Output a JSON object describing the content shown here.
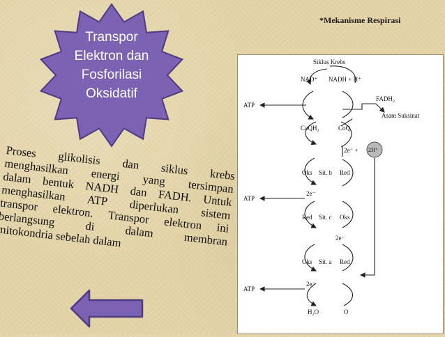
{
  "slide": {
    "header_note": "*Mekanisme Respirasi",
    "title_lines": [
      "Transpor",
      "Elektron dan",
      "Fosforilasi",
      "Oksidatif"
    ],
    "body_lines": [
      "Proses glikolisis dan siklus krebs",
      "menghasilkan energi yang tersimpan",
      "dalam bentuk NADH dan FADH. Untuk",
      "menghasilkan ATP diperlukan sistem",
      "transpor elektron. Transpor elektron ini",
      "berlangsung di dalam membran",
      "mitokondria sebelah dalam"
    ],
    "colors": {
      "star_fill": "#7b62b3",
      "star_stroke": "#4d3a80",
      "arrow_fill": "#7b62b3",
      "arrow_stroke": "#4d3a80"
    },
    "back_arrow_icon": "left-arrow-icon"
  },
  "diagram": {
    "krebs": "Siklus Krebs",
    "nad": "NAD⁺",
    "nadh": "NADH + H⁺",
    "fadh": "FADH₂",
    "asam": "Asam Suksinat",
    "coqh": "CoQH₂",
    "coq": "CoQ",
    "e2h": "2e⁻ + ",
    "h_circle": "2H⁺",
    "oks": "Oks",
    "red": "Red",
    "sitb": "Sit. b",
    "sitc": "Sit. c",
    "sita": "Sit. a",
    "two_e": "2e⁻",
    "atp": "ATP",
    "h2o": "H₂O",
    "o": "O"
  }
}
